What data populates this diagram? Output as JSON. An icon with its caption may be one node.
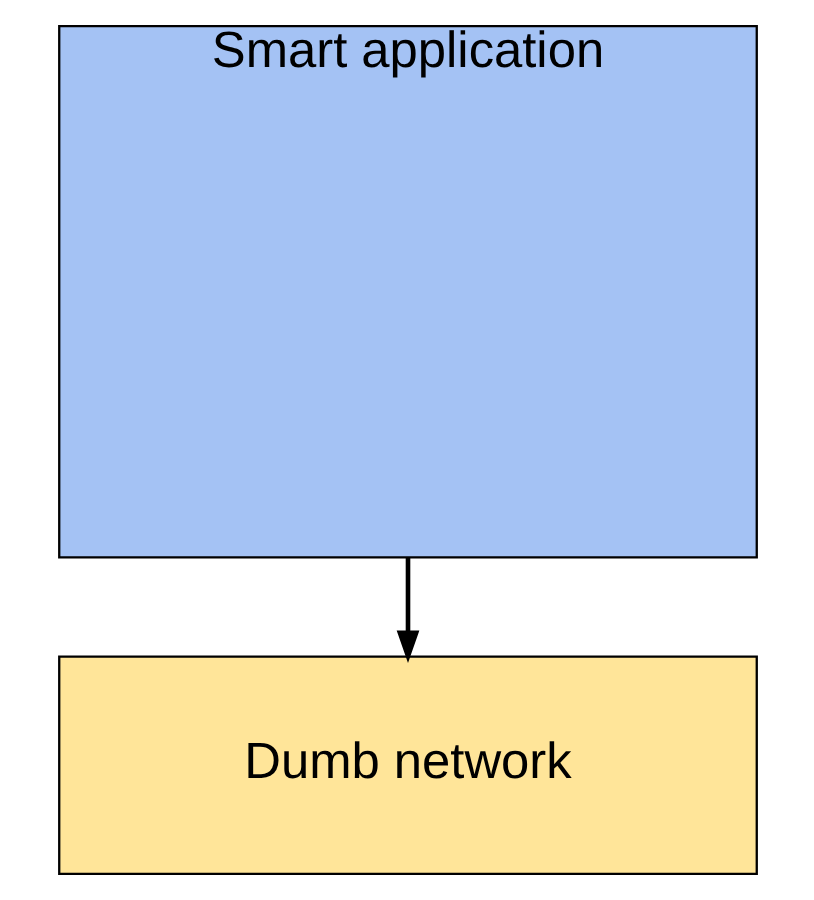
{
  "diagram": {
    "nodes": [
      {
        "text": [
          "Smart application"
        ]
      },
      {
        "text": [
          "Dumb network"
        ]
      }
    ],
    "edges": [
      {
        "from": 0,
        "to": 1,
        "arrow": "to"
      }
    ]
  }
}
